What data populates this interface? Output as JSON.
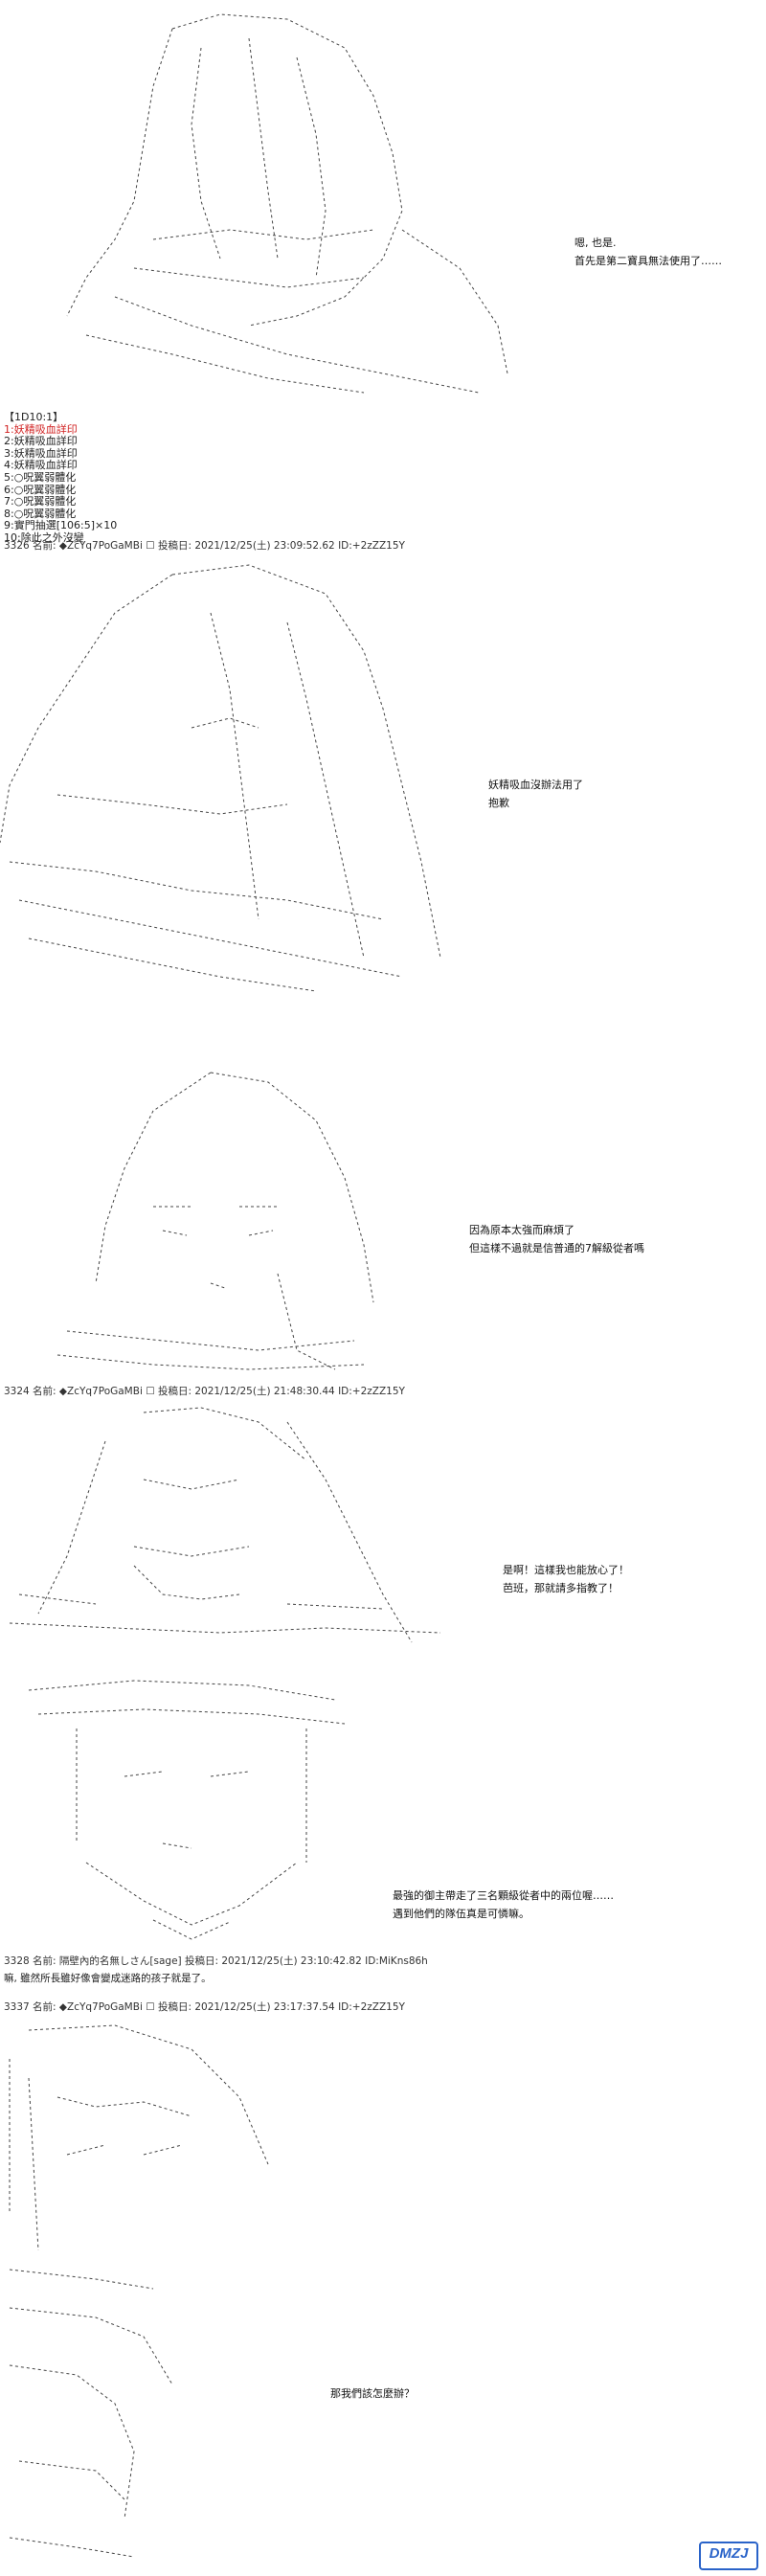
{
  "panel1": {
    "dialog": [
      "嗯, 也是.",
      "首先是第二寶具無法使用了……"
    ]
  },
  "roll": {
    "header": "【1D10:1】",
    "items": [
      "1:妖精吸血詳印",
      "2:妖精吸血詳印",
      "3:妖精吸血詳印",
      "4:妖精吸血詳印",
      "5:○呪翼弱體化",
      "6:○呪翼弱體化",
      "7:○呪翼弱體化",
      "8:○呪翼弱體化",
      "9:實門抽選[106:5]×10",
      "10:除此之外沒變"
    ]
  },
  "post1": {
    "header": "3326 名前: ◆ZcYq7PoGaMBi ☐ 投稿日: 2021/12/25(土) 23:09:52.62 ID:+2zZZ15Y"
  },
  "panel2": {
    "dialog": [
      "妖精吸血沒辦法用了",
      "抱歉"
    ]
  },
  "panel3": {
    "dialog": [
      "因為原本太強而麻煩了",
      "但這樣不過就是信普通的7解級從者嗎"
    ]
  },
  "post2": {
    "header": "3324 名前: ◆ZcYq7PoGaMBi ☐ 投稿日: 2021/12/25(土) 21:48:30.44 ID:+2zZZ15Y"
  },
  "panel4": {
    "dialog": [
      "是啊！這樣我也能放心了！",
      "芭班，那就請多指教了！"
    ]
  },
  "panel5": {
    "dialog": [
      "最強的御主帶走了三名顆級從者中的兩位喔……",
      "遇到他們的隊伍真是可憐嘛。"
    ]
  },
  "post3": {
    "header": "3328 名前: 隔壁內的名無しさん[sage] 投稿日: 2021/12/25(土) 23:10:42.82 ID:MiKns86h",
    "body": "嘛, 雖然所長雖好像會變成迷路的孩子就是了。"
  },
  "post4": {
    "header": "3337 名前: ◆ZcYq7PoGaMBi ☐ 投稿日: 2021/12/25(土) 23:17:37.54 ID:+2zZZ15Y"
  },
  "panel6": {
    "dialog": [
      "那我們該怎麼辦？"
    ]
  },
  "watermark": "DMZJ",
  "colors": {
    "accent_red": "#d02020",
    "logo_blue": "#2a63c9"
  }
}
